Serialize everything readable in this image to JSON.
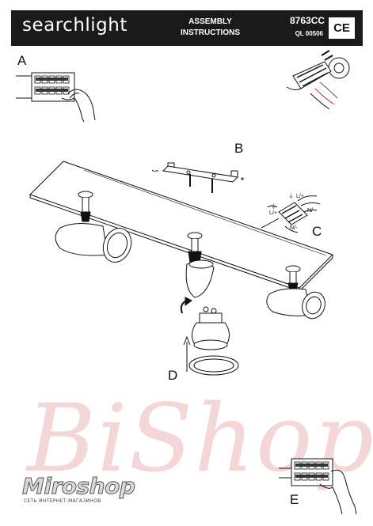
{
  "header": {
    "brand": "searchlight",
    "title_line1": "ASSEMBLY",
    "title_line2": "INSTRUCTIONS",
    "product_code": "8763CC",
    "ql_code": "QL 00506",
    "ce_mark": "CE"
  },
  "steps": {
    "a": "A",
    "b": "B",
    "c": "C",
    "d": "D",
    "e": "E"
  },
  "wire_labels": {
    "earth": "⏚",
    "l_pos": "L/+",
    "n_neg": "N/-"
  },
  "watermark": {
    "text": "BiShop",
    "logo": "Miroshop",
    "subtitle": "СЕТЬ ИНТЕРНЕТ-МАГАЗИНОВ"
  },
  "colors": {
    "header_bg": "#1a1a1a",
    "watermark": "#f2c9c9"
  }
}
